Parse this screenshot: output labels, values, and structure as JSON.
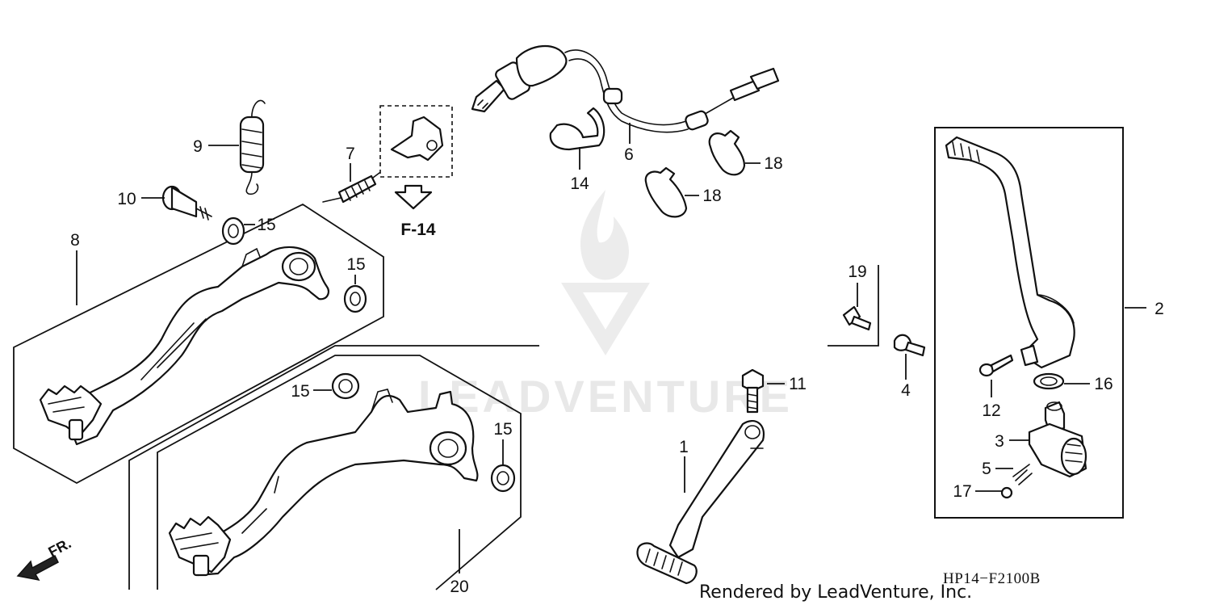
{
  "diagram": {
    "reference_label": "F-14",
    "front_label": "FR.",
    "footer_credit": "Rendered by LeadVenture, Inc.",
    "diagram_code": "HP14−F2100B",
    "watermark_text": "LEADVENTURE",
    "callouts": {
      "p1": "1",
      "p2": "2",
      "p3": "3",
      "p4": "4",
      "p5": "5",
      "p6": "6",
      "p7": "7",
      "p8": "8",
      "p9": "9",
      "p10": "10",
      "p11": "11",
      "p12": "12",
      "p14": "14",
      "p15a": "15",
      "p15b": "15",
      "p15c": "15",
      "p15d": "15",
      "p16": "16",
      "p17": "17",
      "p18a": "18",
      "p18b": "18",
      "p19": "19",
      "p20": "20"
    }
  }
}
